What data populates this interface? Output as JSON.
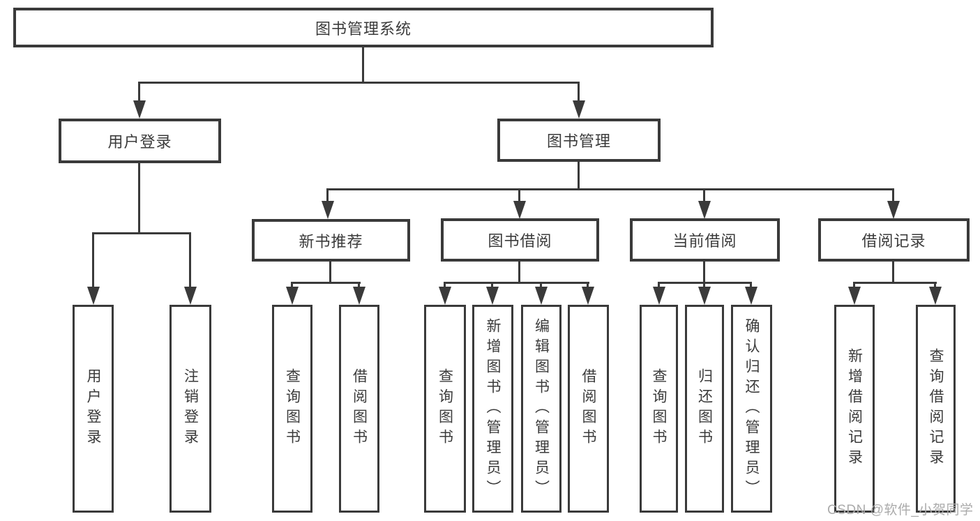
{
  "colors": {
    "line": "#3a3a3a",
    "text": "#3b3b3b",
    "box-bg": "#ffffff",
    "watermark": "#ababab",
    "background": "#ffffff"
  },
  "watermark": {
    "text": "CSDN @软件_小贺同学"
  },
  "tree": {
    "label": "图书管理系统",
    "children": [
      {
        "label": "用户登录",
        "children": [
          {
            "label": "用户登录"
          },
          {
            "label": "注销登录"
          }
        ]
      },
      {
        "label": "图书管理",
        "children": [
          {
            "label": "新书推荐",
            "children": [
              {
                "label": "查询图书"
              },
              {
                "label": "借阅图书"
              }
            ]
          },
          {
            "label": "图书借阅",
            "children": [
              {
                "label": "查询图书"
              },
              {
                "label": "新增图书（管理员）"
              },
              {
                "label": "编辑图书（管理员）"
              },
              {
                "label": "借阅图书"
              }
            ]
          },
          {
            "label": "当前借阅",
            "children": [
              {
                "label": "查询图书"
              },
              {
                "label": "归还图书"
              },
              {
                "label": "确认归还（管理员）"
              }
            ]
          },
          {
            "label": "借阅记录",
            "children": [
              {
                "label": "新增借阅记录"
              },
              {
                "label": "查询借阅记录"
              }
            ]
          }
        ]
      }
    ]
  }
}
